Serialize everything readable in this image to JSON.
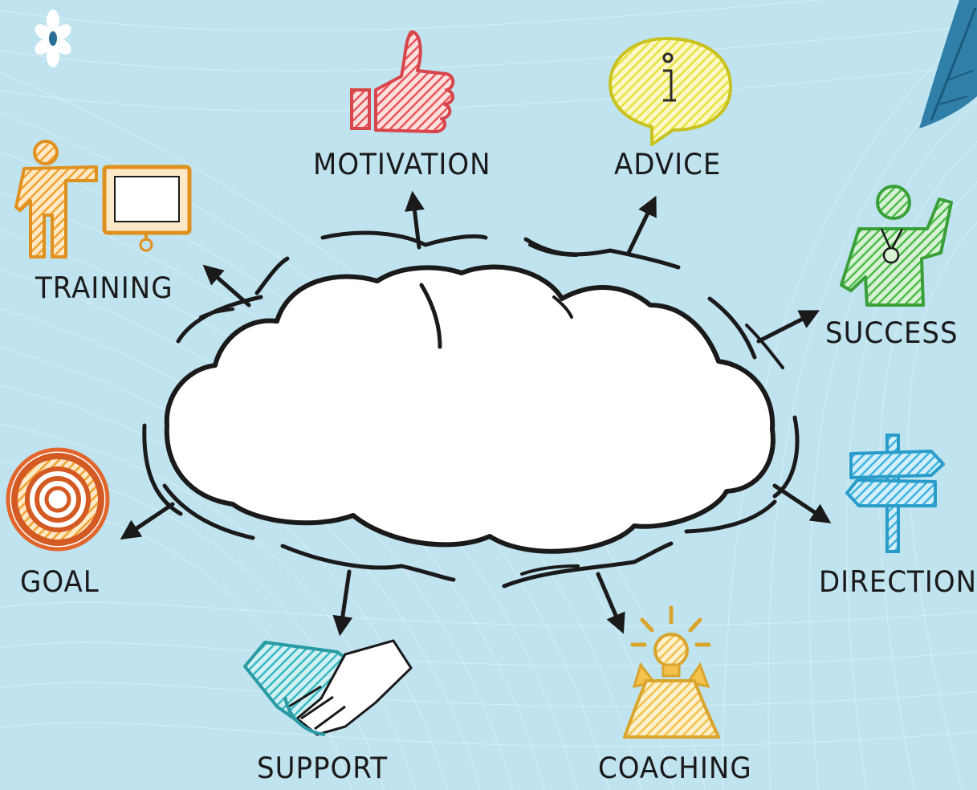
{
  "nodes": {
    "motivation": "MOTIVATION",
    "advice": "ADVICE",
    "training": "TRAINING",
    "success": "SUCCESS",
    "goal": "GOAL",
    "direction": "DIRECTION",
    "support": "SUPPORT",
    "coaching": "COACHING"
  },
  "colors": {
    "background": "#bfe3ef",
    "motivation": "#e8555a",
    "advice": "#e6e33a",
    "training": "#f0a22e",
    "success": "#4cbc4a",
    "goal": "#e2662c",
    "direction": "#3bb4df",
    "support": "#35b9c4",
    "coaching": "#f2c24a"
  },
  "icons": {
    "motivation": "thumbs-up-icon",
    "advice": "info-speech-bubble-icon",
    "training": "presenter-board-icon",
    "success": "winner-medal-icon",
    "goal": "target-icon",
    "direction": "signpost-icon",
    "support": "handshake-icon",
    "coaching": "lightbulb-head-icon",
    "logo": "flower-logo-icon"
  }
}
